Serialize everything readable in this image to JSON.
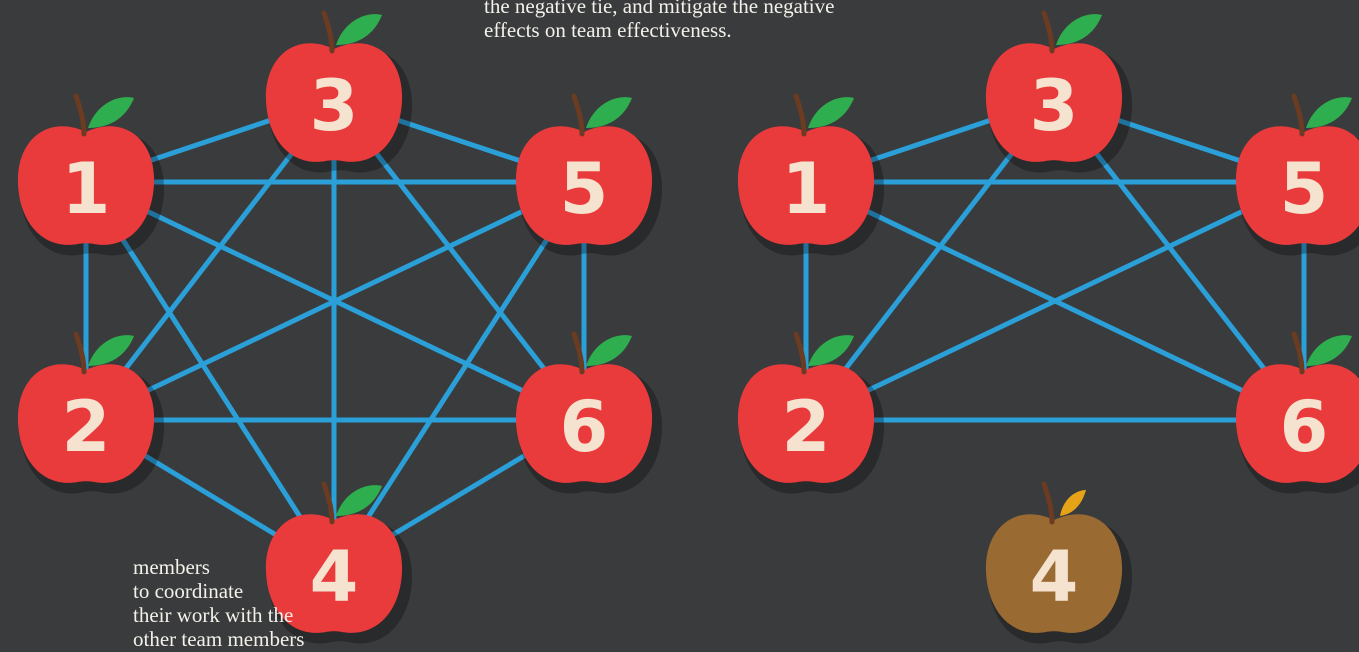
{
  "caption_top": {
    "lines": [
      "the negative tie, and mitigate the negative",
      "effects on team effectiveness."
    ]
  },
  "caption_side": {
    "lines": [
      "members",
      "to coordinate",
      "their work with the",
      "other team members"
    ]
  },
  "colors": {
    "background": "#393b3c",
    "link": "#2b9fd8",
    "apple_healthy": "#ea3b3c",
    "apple_rotten": "#9a6a33",
    "leaf": "#2fae4f",
    "leaf_rotten": "#e6a318",
    "number": "#f6e3cf"
  },
  "networks": [
    {
      "id": "full-team",
      "members": [
        {
          "label": "1",
          "state": "healthy"
        },
        {
          "label": "2",
          "state": "healthy"
        },
        {
          "label": "3",
          "state": "healthy"
        },
        {
          "label": "4",
          "state": "healthy"
        },
        {
          "label": "5",
          "state": "healthy"
        },
        {
          "label": "6",
          "state": "healthy"
        }
      ],
      "ties": [
        [
          "1",
          "2"
        ],
        [
          "1",
          "3"
        ],
        [
          "1",
          "5"
        ],
        [
          "1",
          "6"
        ],
        [
          "1",
          "4"
        ],
        [
          "2",
          "3"
        ],
        [
          "2",
          "5"
        ],
        [
          "2",
          "6"
        ],
        [
          "2",
          "4"
        ],
        [
          "3",
          "4"
        ],
        [
          "3",
          "5"
        ],
        [
          "3",
          "6"
        ],
        [
          "5",
          "6"
        ],
        [
          "5",
          "4"
        ],
        [
          "6",
          "4"
        ]
      ]
    },
    {
      "id": "team-without-4",
      "members": [
        {
          "label": "1",
          "state": "healthy"
        },
        {
          "label": "2",
          "state": "healthy"
        },
        {
          "label": "3",
          "state": "healthy"
        },
        {
          "label": "5",
          "state": "healthy"
        },
        {
          "label": "6",
          "state": "healthy"
        },
        {
          "label": "4",
          "state": "rotten"
        }
      ],
      "ties": [
        [
          "1",
          "2"
        ],
        [
          "1",
          "3"
        ],
        [
          "1",
          "5"
        ],
        [
          "1",
          "6"
        ],
        [
          "2",
          "3"
        ],
        [
          "2",
          "5"
        ],
        [
          "2",
          "6"
        ],
        [
          "3",
          "5"
        ],
        [
          "3",
          "6"
        ],
        [
          "5",
          "6"
        ]
      ]
    }
  ]
}
